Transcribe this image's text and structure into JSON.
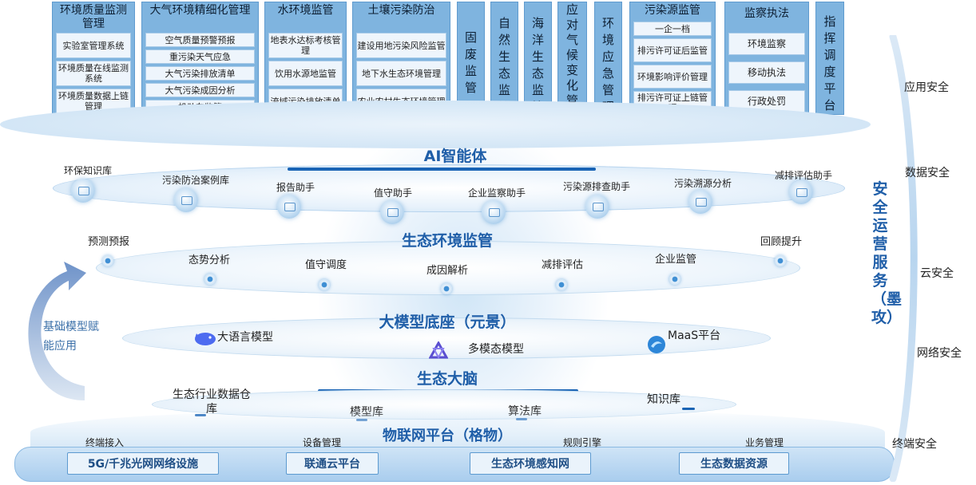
{
  "modules": [
    {
      "title": "环境质量监测管理",
      "items": [
        "实验室管理系统",
        "环境质量在线监测系统",
        "环境质量数据上链管理"
      ]
    },
    {
      "title": "大气环境精细化管理",
      "items": [
        "空气质量预警预报",
        "重污染天气应急",
        "大气污染排放清单",
        "大气污染成因分析",
        "机动车监管"
      ]
    },
    {
      "title": "水环境监管",
      "items": [
        "地表水达标考核管理",
        "饮用水源地监管",
        "流域污染排放清单"
      ]
    },
    {
      "title": "土壤污染防治",
      "items": [
        "建设用地污染风险监管",
        "地下水生态环境管理",
        "农业农村生态环境管理"
      ]
    },
    {
      "title": "固废监管",
      "items": []
    },
    {
      "title": "自然生态监管",
      "items": []
    },
    {
      "title": "海洋生态监管",
      "items": []
    },
    {
      "title": "应对气候变化管理",
      "items": []
    },
    {
      "title": "环境应急管理",
      "items": []
    },
    {
      "title": "污染源监管",
      "items": [
        "一企一档",
        "排污许可证后监管",
        "环境影响评价管理",
        "排污许可证上链管理"
      ]
    },
    {
      "title": "监察执法",
      "items": [
        "环境监察",
        "移动执法",
        "行政处罚"
      ]
    },
    {
      "title": "指挥调度平台",
      "items": []
    }
  ],
  "layers": {
    "ai_agent": {
      "title": "AI智能体",
      "nodes": [
        "环保知识库",
        "污染防治案例库",
        "报告助手",
        "值守助手",
        "企业监察助手",
        "污染源排查助手",
        "污染溯源分析",
        "减排评估助手"
      ]
    },
    "eco_monitor": {
      "title": "生态环境监管",
      "nodes": [
        "预测预报",
        "态势分析",
        "值守调度",
        "成因解析",
        "减排评估",
        "企业监管",
        "回顾提升"
      ]
    },
    "model_base": {
      "title": "大模型底座（元景）",
      "items": [
        {
          "label": "大语言模型",
          "icon": "whale-logo-icon"
        },
        {
          "label": "多模态模型",
          "icon": "triangle-logo-icon"
        },
        {
          "label": "MaaS平台",
          "icon": "swirl-logo-icon"
        }
      ]
    },
    "eco_brain": {
      "title": "生态大脑",
      "items": [
        "生态行业数据仓库",
        "模型库",
        "算法库",
        "知识库"
      ]
    },
    "iot": {
      "title": "物联网平台（格物）",
      "features": [
        "终端接入",
        "设备管理",
        "规则引擎",
        "业务管理"
      ],
      "bases": [
        "5G/千兆光网网络设施",
        "联通云平台",
        "生态环境感知网",
        "生态数据资源"
      ]
    }
  },
  "side_label": "基础模型赋能应用",
  "security": {
    "title": "安全运营服务（墨攻）",
    "items": [
      "应用安全",
      "数据安全",
      "云安全",
      "网络安全",
      "终端安全"
    ]
  },
  "colors": {
    "card": "#7fb4df",
    "accent": "#1f5ea8",
    "disc": "#d9e9f7"
  }
}
